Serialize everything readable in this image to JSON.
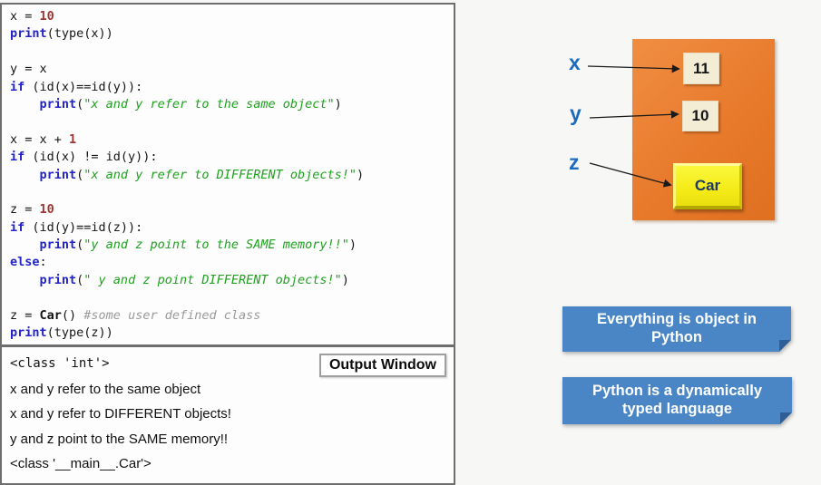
{
  "code_panel": {
    "lines": [
      [
        [
          "p",
          "x = "
        ],
        [
          "n",
          "10"
        ]
      ],
      [
        [
          "f",
          "print"
        ],
        [
          "p",
          "(type(x))"
        ]
      ],
      [],
      [
        [
          "p",
          "y = x"
        ]
      ],
      [
        [
          "k",
          "if"
        ],
        [
          "p",
          " (id(x)==id(y)):"
        ]
      ],
      [
        [
          "p",
          "    "
        ],
        [
          "f",
          "print"
        ],
        [
          "p",
          "("
        ],
        [
          "s",
          "\"x and y refer to the same object\""
        ],
        [
          "p",
          ")"
        ]
      ],
      [],
      [
        [
          "p",
          "x = x + "
        ],
        [
          "n",
          "1"
        ]
      ],
      [
        [
          "k",
          "if"
        ],
        [
          "p",
          " (id(x) != id(y)):"
        ]
      ],
      [
        [
          "p",
          "    "
        ],
        [
          "f",
          "print"
        ],
        [
          "p",
          "("
        ],
        [
          "s",
          "\"x and y refer to DIFFERENT objects!\""
        ],
        [
          "p",
          ")"
        ]
      ],
      [],
      [
        [
          "p",
          "z = "
        ],
        [
          "n",
          "10"
        ]
      ],
      [
        [
          "k",
          "if"
        ],
        [
          "p",
          " (id(y)==id(z)):"
        ]
      ],
      [
        [
          "p",
          "    "
        ],
        [
          "f",
          "print"
        ],
        [
          "p",
          "("
        ],
        [
          "s",
          "\"y and z point to the SAME memory!!\""
        ],
        [
          "p",
          ")"
        ]
      ],
      [
        [
          "k",
          "else"
        ],
        [
          "p",
          ":"
        ]
      ],
      [
        [
          "p",
          "    "
        ],
        [
          "f",
          "print"
        ],
        [
          "p",
          "("
        ],
        [
          "s",
          "\" y and z point DIFFERENT objects!\""
        ],
        [
          "p",
          ")"
        ]
      ],
      [],
      [
        [
          "p",
          "z = "
        ],
        [
          "b",
          "Car"
        ],
        [
          "p",
          "() "
        ],
        [
          "c",
          "#some user defined class"
        ]
      ],
      [
        [
          "f",
          "print"
        ],
        [
          "p",
          "(type(z))"
        ]
      ]
    ]
  },
  "output_panel": {
    "title": "Output Window",
    "lines": [
      {
        "text": "<class 'int'>",
        "mono": true
      },
      {
        "text": "x and y refer to the same object",
        "mono": false
      },
      {
        "text": "x and y refer to DIFFERENT objects!",
        "mono": false
      },
      {
        "text": "y and z point to the SAME memory!!",
        "mono": false
      },
      {
        "text": "<class '__main__.Car'>",
        "mono": false
      }
    ]
  },
  "diagram": {
    "variables": [
      "x",
      "y",
      "z"
    ],
    "value_boxes": [
      "11",
      "10"
    ],
    "class_box": "Car"
  },
  "banners": [
    "Everything is object in Python",
    "Python is a dynamically typed language"
  ],
  "colors": {
    "keyword_blue": "#2323cc",
    "number_red": "#a3342f",
    "string_green": "#1ea11e",
    "comment_gray": "#9a9a9a",
    "label_blue": "#1c6cbe",
    "memory_orange": "#e87a2c",
    "value_cream": "#f4edd6",
    "class_yellow": "#f4eb18",
    "car_text_navy": "#1f3864",
    "banner_blue": "#4a86c6",
    "banner_text": "#ffffff"
  }
}
